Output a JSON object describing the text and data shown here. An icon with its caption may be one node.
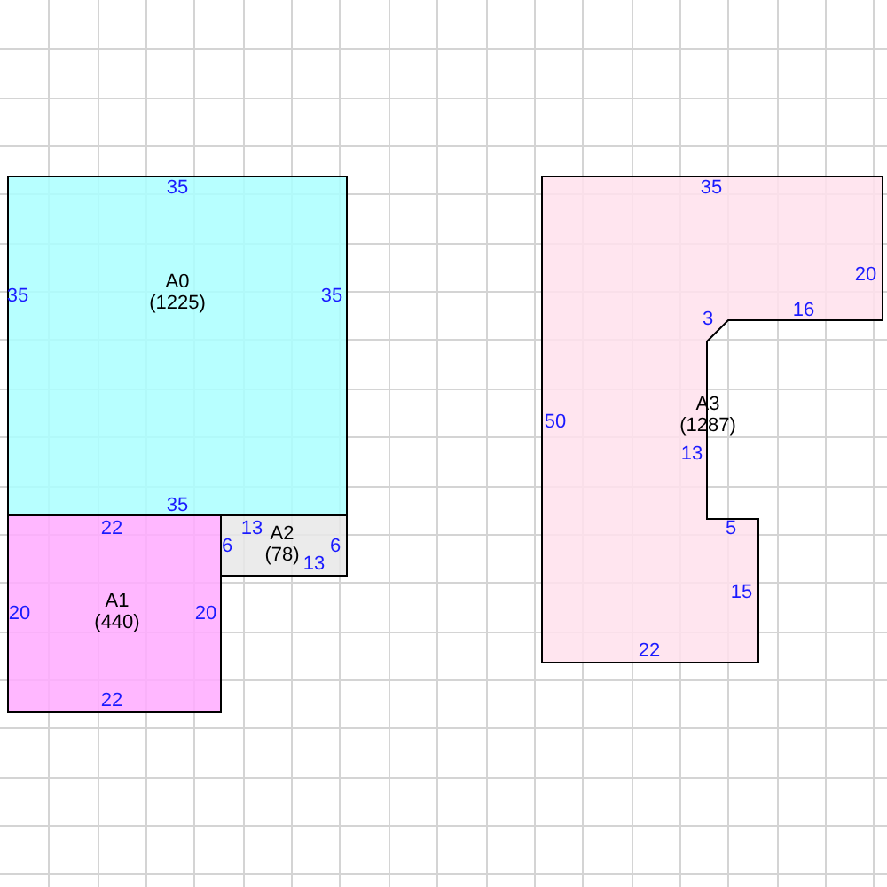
{
  "diagram": {
    "nodes": [
      {
        "text": [
          "A0",
          "(1225)"
        ]
      },
      {
        "text": [
          "A1",
          "(440)"
        ]
      },
      {
        "text": [
          "A2",
          "(78)"
        ]
      },
      {
        "text": [
          "A3",
          "(1287)"
        ]
      }
    ],
    "labels": [
      "35",
      "35",
      "35",
      "35",
      "22",
      "20",
      "20",
      "22",
      "13",
      "6",
      "6",
      "13",
      "35",
      "20",
      "16",
      "3",
      "50",
      "13",
      "5",
      "15",
      "22"
    ]
  }
}
